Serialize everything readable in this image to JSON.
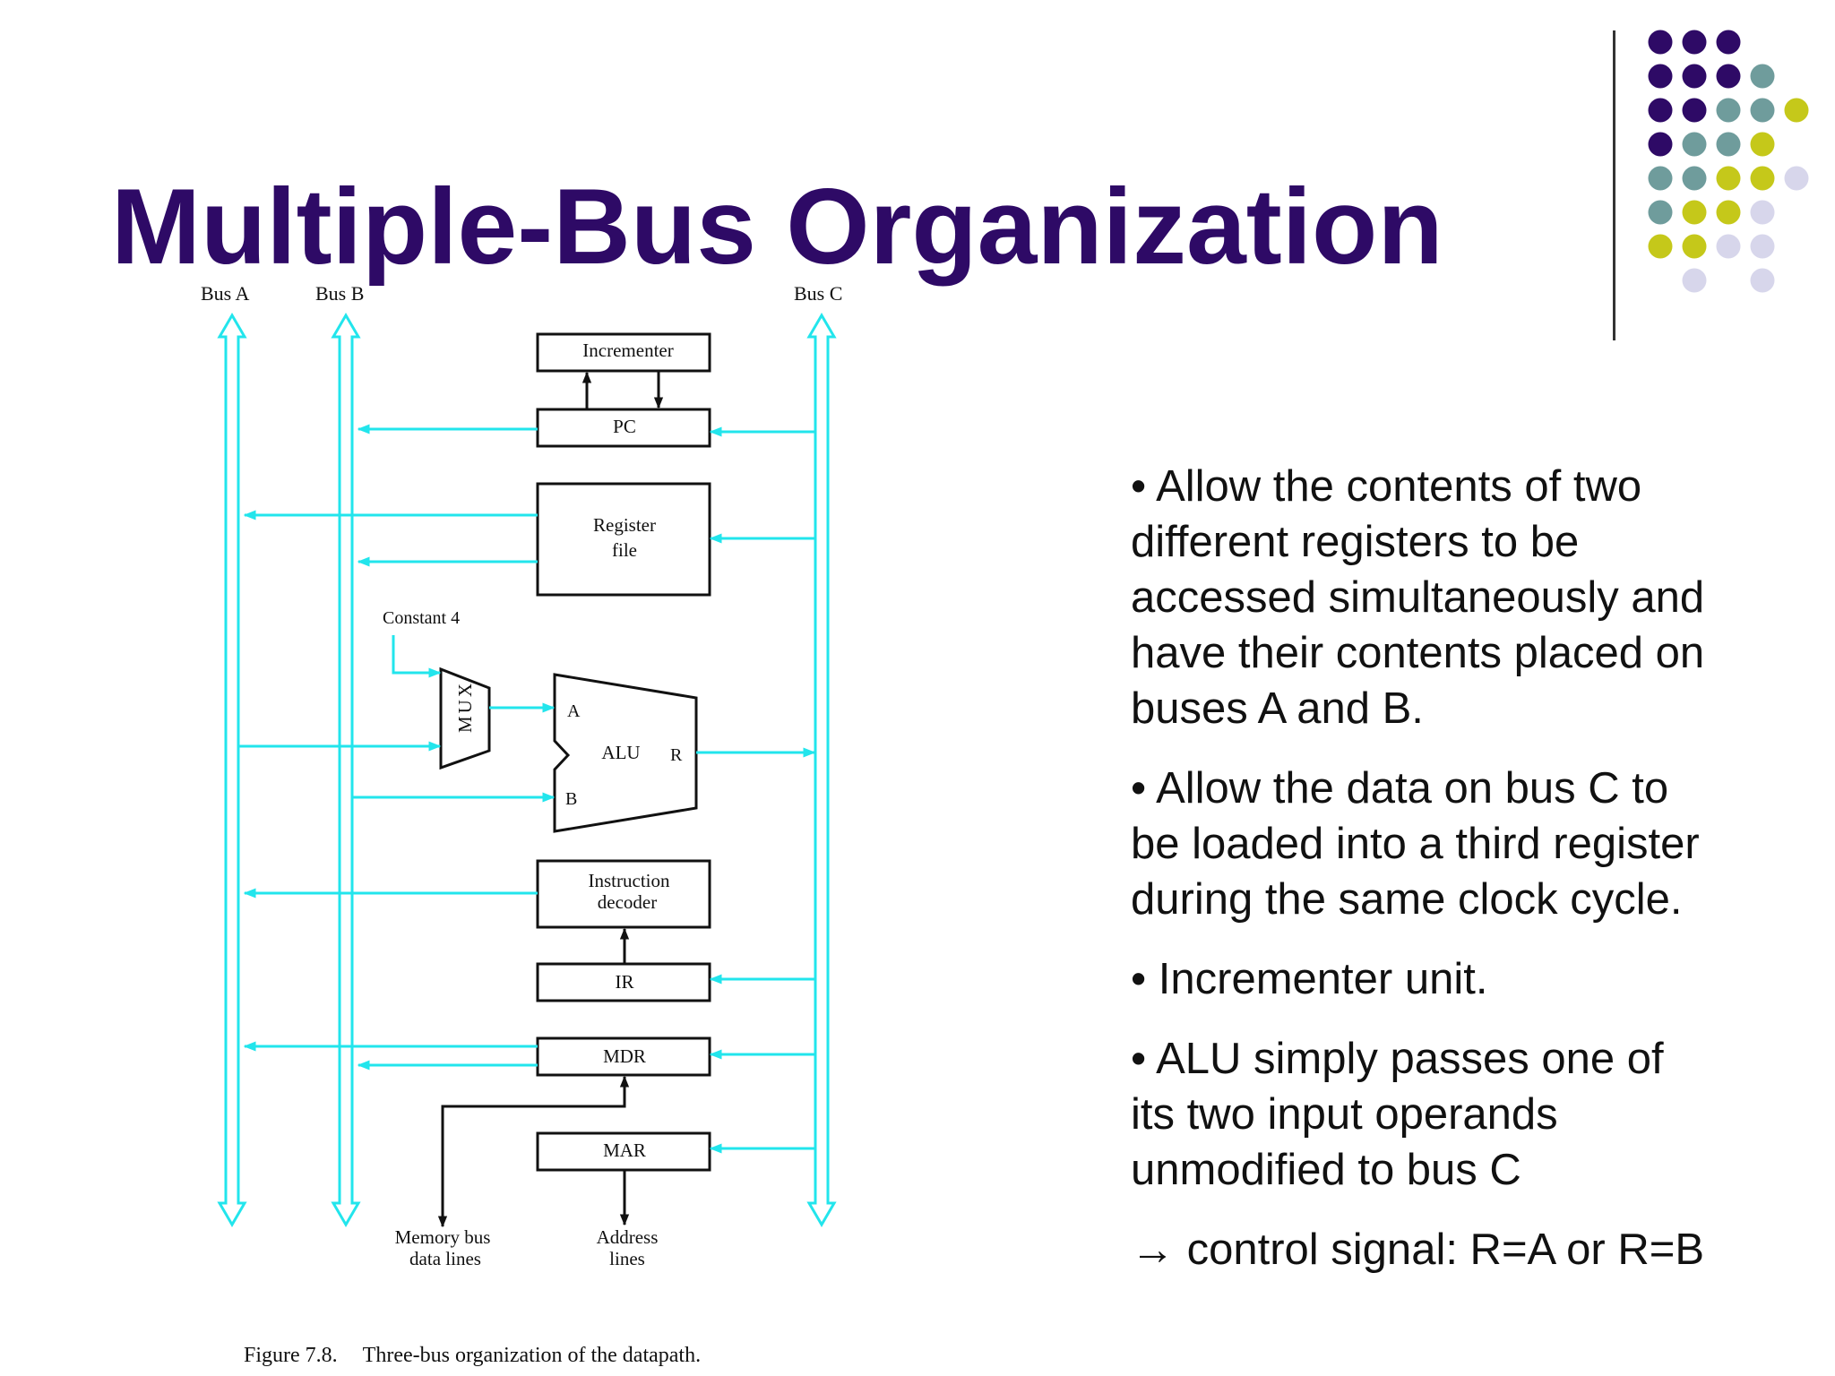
{
  "slide": {
    "title": "Multiple-Bus Organization",
    "colors": {
      "title": "#2e0a66",
      "bus": "#22e5ec",
      "dot_purple": "#2e0a66",
      "dot_teal": "#6f9c9c",
      "dot_olive": "#c5c81a",
      "dot_lavender": "#d7d6eb"
    },
    "decor_dots": [
      [
        "purple",
        "purple",
        "purple",
        "",
        ""
      ],
      [
        "purple",
        "purple",
        "purple",
        "teal",
        ""
      ],
      [
        "purple",
        "purple",
        "teal",
        "teal",
        "olive"
      ],
      [
        "purple",
        "teal",
        "teal",
        "olive",
        ""
      ],
      [
        "teal",
        "teal",
        "olive",
        "olive",
        "lavender"
      ],
      [
        "teal",
        "olive",
        "olive",
        "lavender",
        ""
      ],
      [
        "olive",
        "olive",
        "lavender",
        "lavender",
        ""
      ],
      [
        "",
        "lavender",
        "",
        "lavender",
        ""
      ]
    ]
  },
  "diagram": {
    "buses": [
      "Bus A",
      "Bus B",
      "Bus C"
    ],
    "blocks": {
      "incrementer": "Incrementer",
      "pc": "PC",
      "register_file": [
        "Register",
        "file"
      ],
      "constant": "Constant 4",
      "mux": "MUX",
      "alu": "ALU",
      "alu_a": "A",
      "alu_b": "B",
      "alu_r": "R",
      "instruction_decoder": [
        "Instruction",
        "decoder"
      ],
      "ir": "IR",
      "mdr": "MDR",
      "mar": "MAR"
    },
    "bottom_labels": {
      "memory_bus": [
        "Memory bus",
        "data lines"
      ],
      "address": [
        "Address",
        "lines"
      ]
    },
    "caption": {
      "number": "Figure 7.8.",
      "text": "Three-bus organization of the datapath."
    }
  },
  "bullets": [
    [
      "• Allow the contents of two",
      "different registers to be",
      "accessed simultaneously and",
      "have their contents placed on",
      "buses A and B."
    ],
    [
      "• Allow the data on bus C to",
      "be loaded into a third register",
      "during the same clock cycle."
    ],
    [
      "• Incrementer unit."
    ],
    [
      "• ALU simply passes one of",
      "its two input operands",
      "unmodified to bus C"
    ]
  ],
  "control_note": "→ control signal: R=A or R=B"
}
